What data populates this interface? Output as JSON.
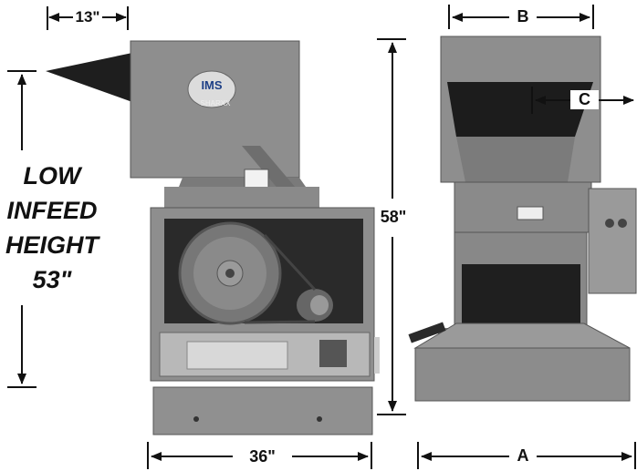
{
  "dimensions": {
    "top_width": "13\"",
    "side_height": "58\"",
    "base_width": "36\"",
    "side_b": "B",
    "side_c": "C",
    "side_a": "A"
  },
  "infeed": {
    "line1": "LOW",
    "line2": "INFEED",
    "line3": "HEIGHT",
    "line4": "53\""
  },
  "logo": {
    "brand": "IMS",
    "model": "SHARXX"
  },
  "colors": {
    "machine_body": "#8e8e8e",
    "machine_dark": "#4a4a4a",
    "dimension_lines": "#111111"
  }
}
